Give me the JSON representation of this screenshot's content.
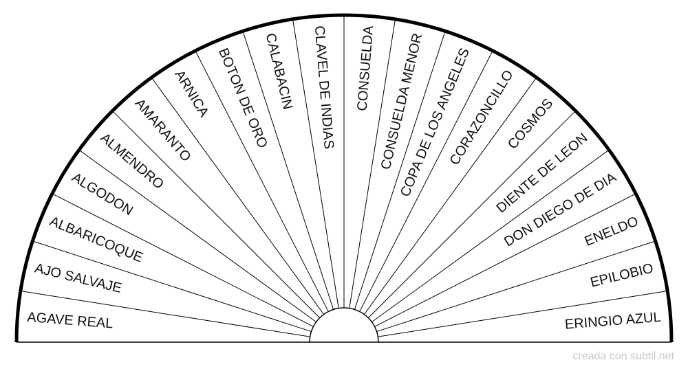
{
  "chart": {
    "type": "pendulum-chart",
    "line_color": "#000000",
    "labels": [
      "AGAVE REAL",
      "AJO SALVAJE",
      "ALBARICOQUE",
      "ALGODON",
      "ALMENDRO",
      "AMARANTO",
      "ARNICA",
      "BOTON DE ORO",
      "CALABACIN",
      "CLAVEL DE INDIAS",
      "CONSUELDA",
      "CONSUELDA MENOR",
      "COPA DE LOS ANGELES",
      "CORAZONCILLO",
      "COSMOS",
      "DIENTE DE LEON",
      "DON DIEGO DE DIA",
      "ENELDO",
      "EPILOBIO",
      "ERINGIO AZUL"
    ]
  },
  "footer": {
    "credit": "creada con subtil.net"
  }
}
